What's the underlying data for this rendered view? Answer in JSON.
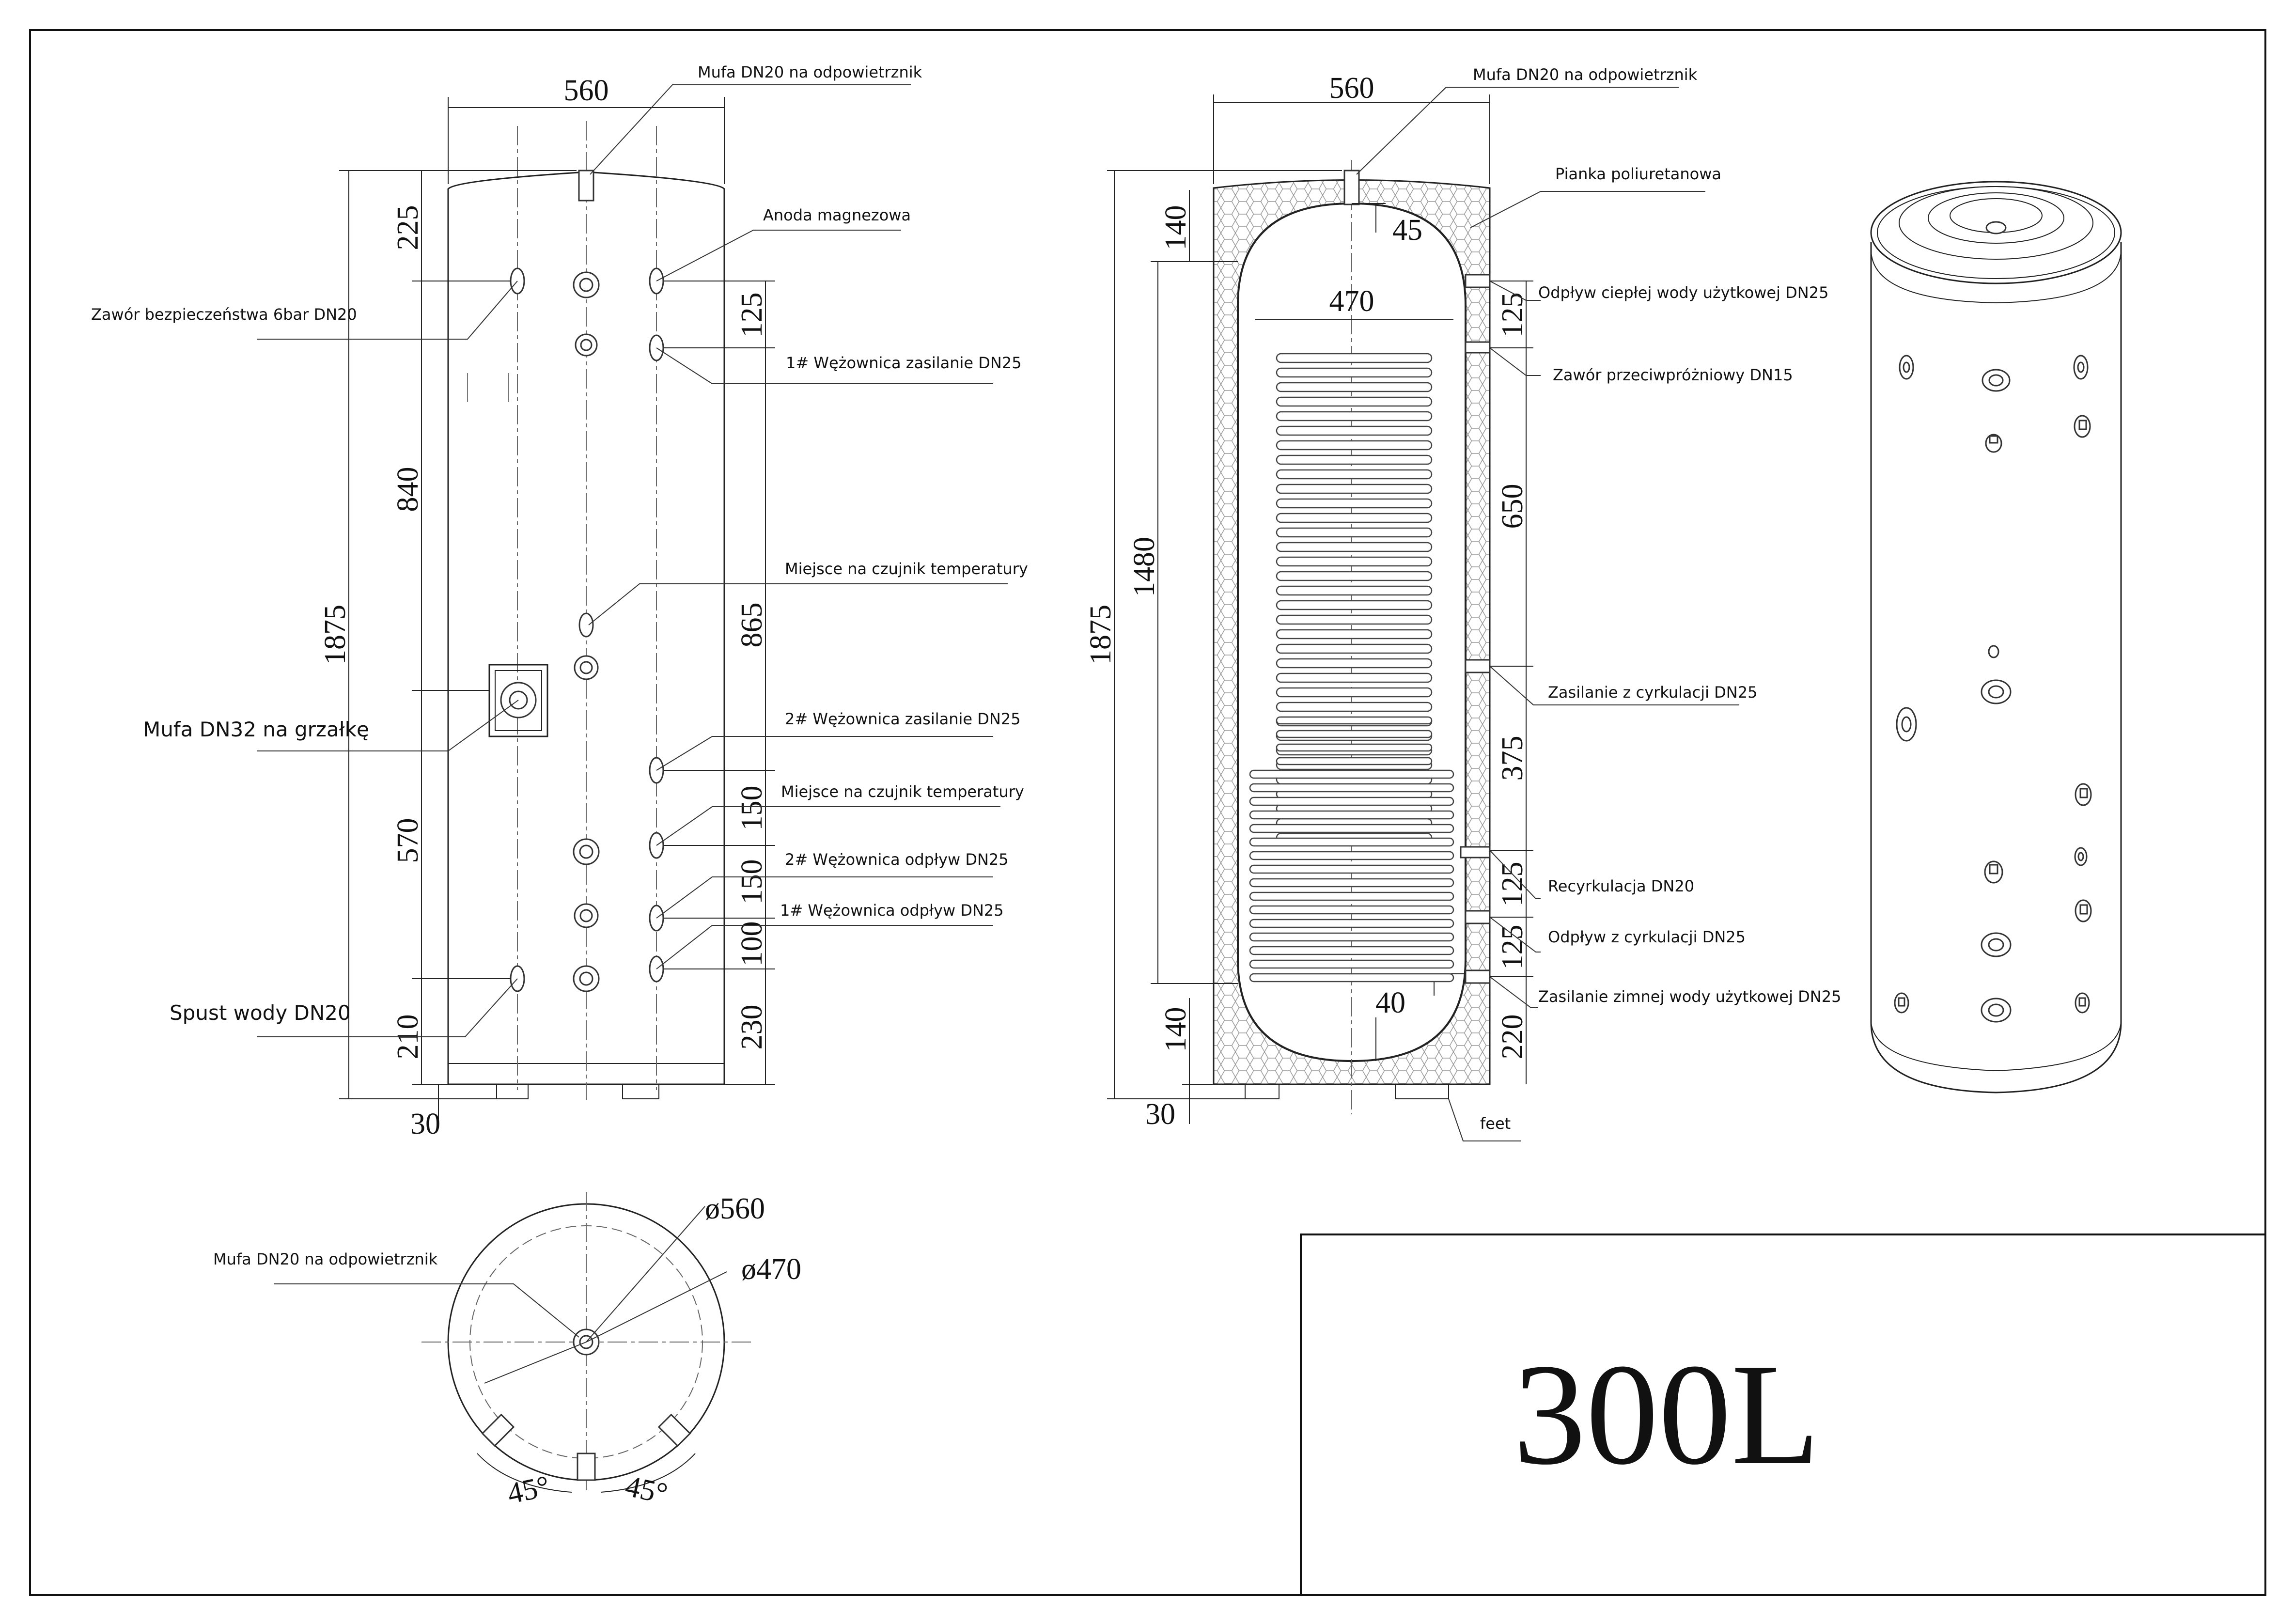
{
  "title": "300L",
  "front_view": {
    "dims": {
      "width": "560",
      "total_height": "1875",
      "top_225": "225",
      "left_840": "840",
      "left_570": "570",
      "left_210": "210",
      "bottom_30": "30",
      "right_125": "125",
      "right_865": "865",
      "right_150a": "150",
      "right_150b": "150",
      "right_100": "100",
      "right_230": "230"
    },
    "labels": {
      "air_vent": "Mufa DN20 na odpowietrznik",
      "anode": "Anoda magnezowa",
      "safety_valve": "Zawór bezpieczeństwa 6bar DN20",
      "coil1_supply": "1# Wężownica zasilanie DN25",
      "temp_sensor_1": "Miejsce na czujnik temperatury",
      "heater": "Mufa DN32 na grzałkę",
      "coil2_supply": "2# Wężownica zasilanie DN25",
      "temp_sensor_2": "Miejsce na czujnik temperatury",
      "coil2_return": "2# Wężownica odpływ DN25",
      "coil1_return": "1# Wężownica  odpływ DN25",
      "drain": "Spust wody DN20"
    }
  },
  "section_view": {
    "dims": {
      "width": "560",
      "inner_width": "470",
      "total_height": "1875",
      "top_140": "140",
      "top_45": "45",
      "inner_1480": "1480",
      "bottom_140": "140",
      "bottom_30": "30",
      "bottom_40": "40",
      "right_125a": "125",
      "right_650": "650",
      "right_375": "375",
      "right_125b": "125",
      "right_125c": "125",
      "right_220": "220"
    },
    "labels": {
      "air_vent": "Mufa DN20 na odpowietrznik",
      "foam": "Pianka poliuretanowa",
      "hot_out": "Odpływ ciepłej wody użytkowej DN25",
      "vacuum_valve": "Zawór przeciwpróżniowy DN15",
      "circ_supply": "Zasilanie z cyrkulacji DN25",
      "recirc": "Recyrkulacja DN20",
      "circ_return": "Odpływ z cyrkulacji DN25",
      "cold_in": "Zasilanie zimnej wody użytkowej DN25",
      "feet": "feet"
    }
  },
  "top_view": {
    "dims": {
      "outer": "ø560",
      "inner": "ø470",
      "angle_left": "45°",
      "angle_right": "45°"
    },
    "labels": {
      "air_vent": "Mufa DN20 na odpowietrznik"
    }
  }
}
